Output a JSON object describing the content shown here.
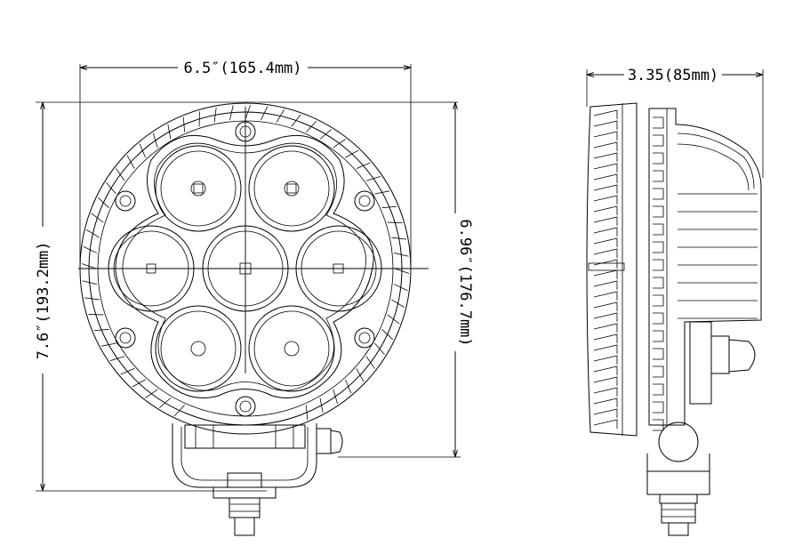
{
  "drawing": {
    "front_view": {
      "width_label": "6.5″(165.4mm)",
      "height_total_label": "7.6″(193.2mm)",
      "height_body_label": "6.96″(176.7mm)",
      "led_count": 7
    },
    "side_view": {
      "depth_label": "3.35(85mm)"
    },
    "colors": {
      "line": "#000000",
      "background": "#ffffff"
    }
  }
}
